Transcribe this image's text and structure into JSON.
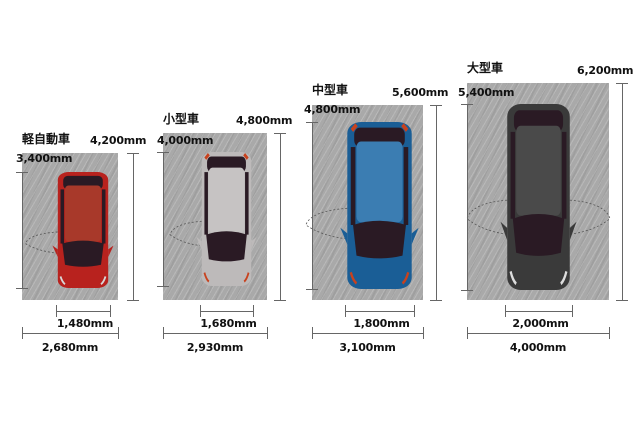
{
  "vehicles": [
    {
      "name": "軽自動車",
      "space_length": "4,200mm",
      "car_length": "3,400mm",
      "car_width": "1,480mm",
      "space_width": "2,680mm",
      "colors": {
        "body": "#b8221e",
        "roof": "#a8392a",
        "glass": "#2a1a24",
        "accent": "#d8d8d8"
      }
    },
    {
      "name": "小型車",
      "space_length": "4,800mm",
      "car_length": "4,000mm",
      "car_width": "1,680mm",
      "space_width": "2,930mm",
      "colors": {
        "body": "#bdbaba",
        "roof": "#c6c3c3",
        "glass": "#2a1a24",
        "accent": "#c8421e"
      }
    },
    {
      "name": "中型車",
      "space_length": "5,600mm",
      "car_length": "4,800mm",
      "car_width": "1,800mm",
      "space_width": "3,100mm",
      "colors": {
        "body": "#1a5e96",
        "roof": "#3b7db2",
        "glass": "#2a1a24",
        "accent": "#c8421e"
      }
    },
    {
      "name": "大型車",
      "space_length": "6,200mm",
      "car_length": "5,400mm",
      "car_width": "2,000mm",
      "space_width": "4,000mm",
      "colors": {
        "body": "#3a3a3a",
        "roof": "#4a4a4a",
        "glass": "#2a1a24",
        "accent": "#dddddd"
      }
    }
  ]
}
